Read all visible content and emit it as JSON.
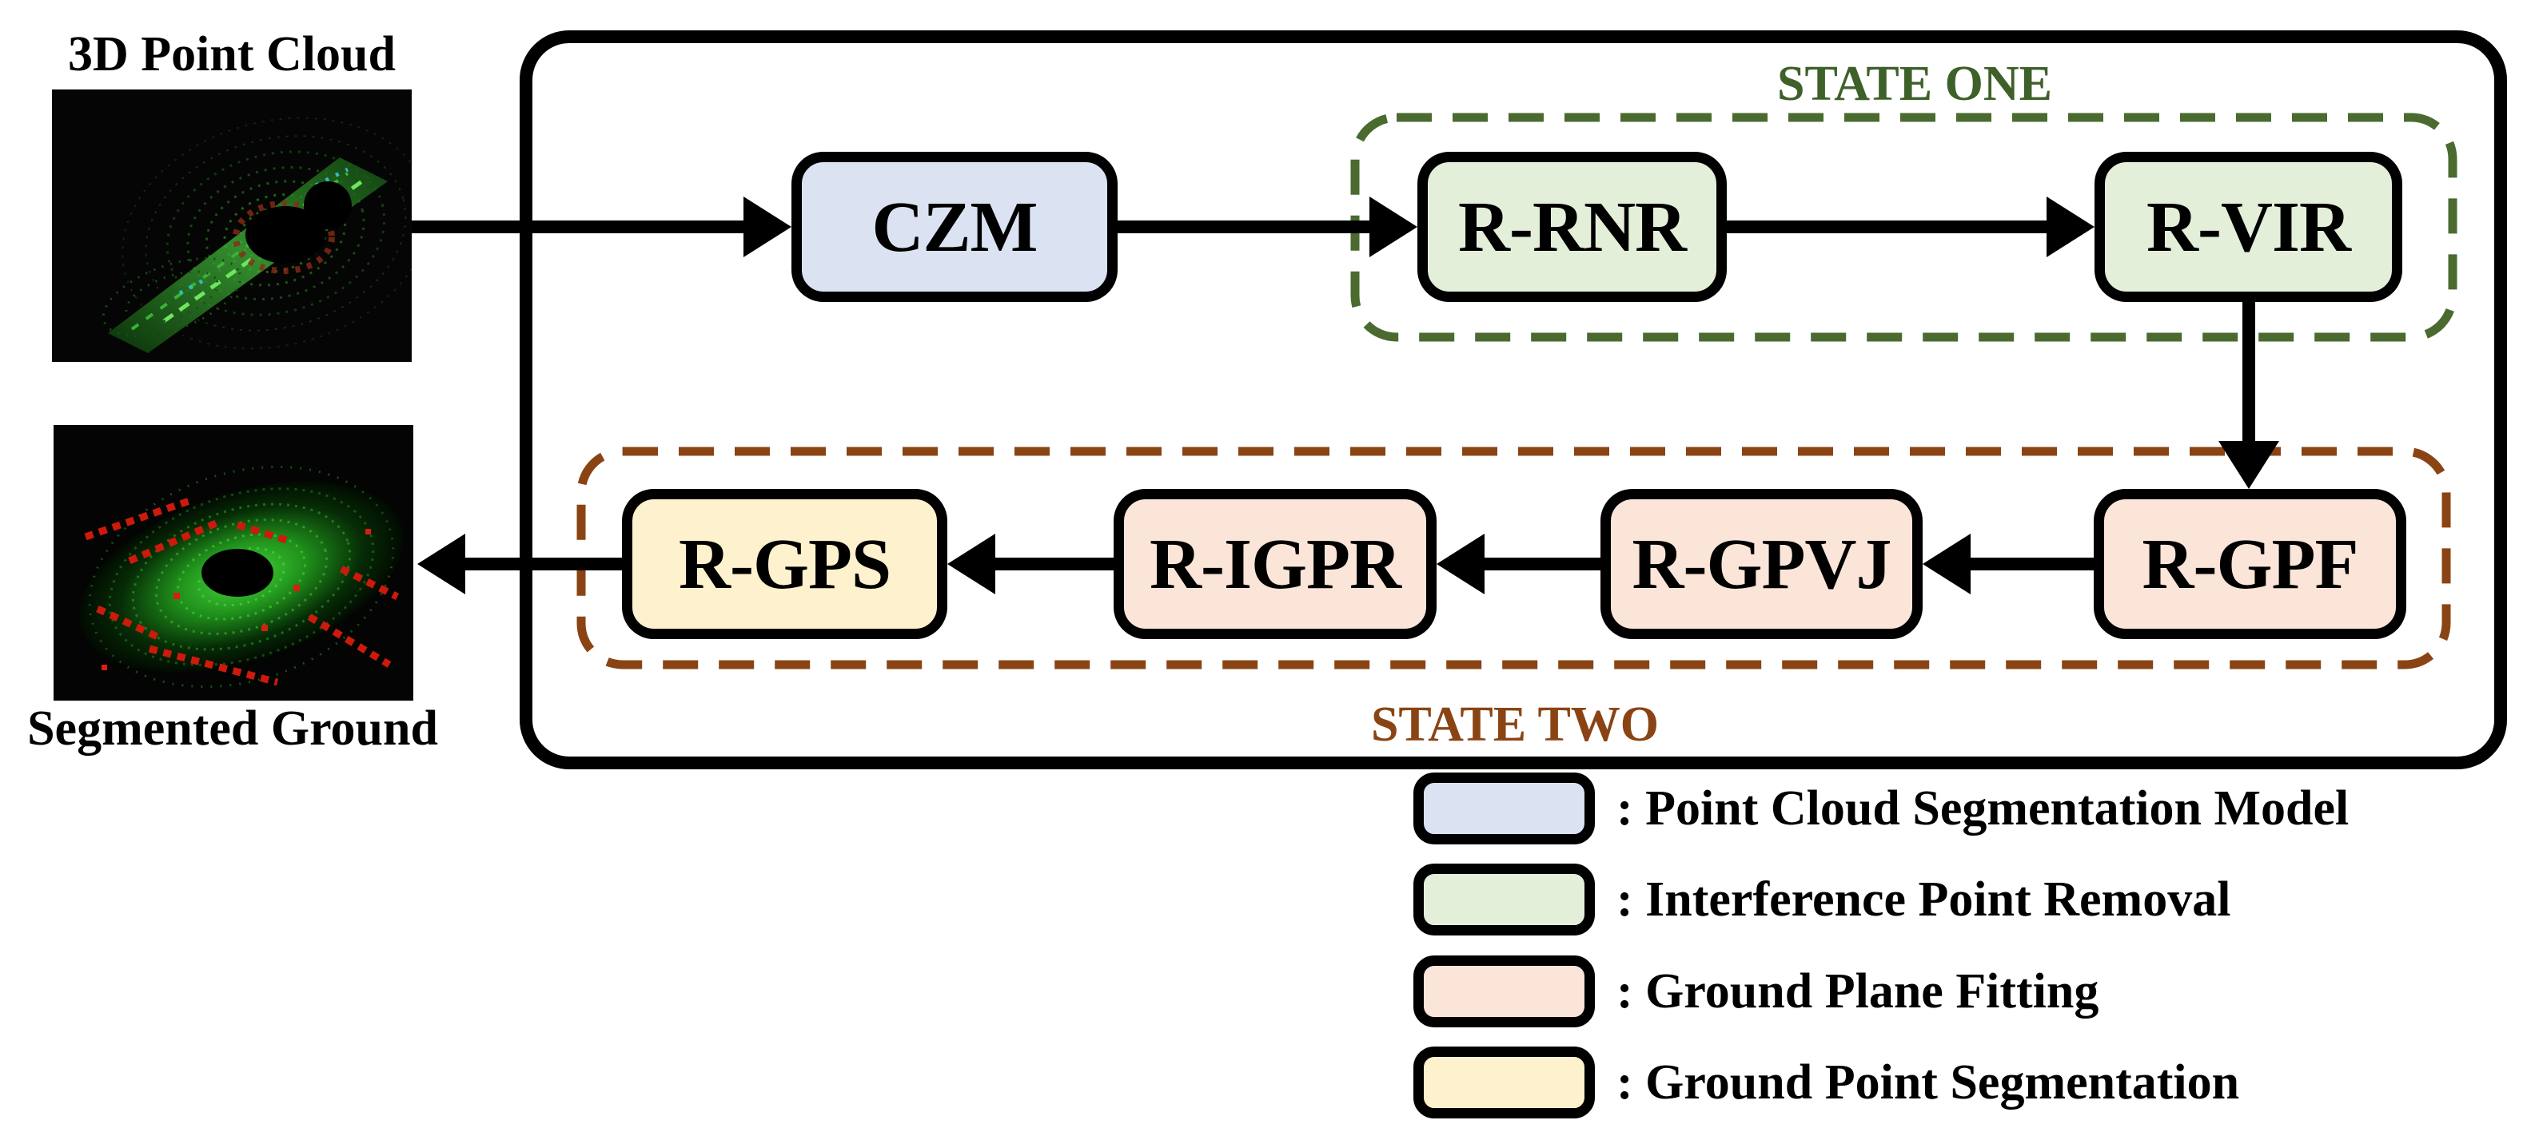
{
  "io": {
    "input_label": "3D Point Cloud",
    "output_label": "Segmented Ground"
  },
  "states": {
    "one": {
      "label": "STATE ONE",
      "text_color": "#3e6029",
      "dash_color": "#4a6a30"
    },
    "two": {
      "label": "STATE TWO",
      "text_color": "#8a4414",
      "dash_color": "#8a4414"
    }
  },
  "nodes": {
    "czm": {
      "label": "CZM",
      "fill": "#dbe2f2"
    },
    "rrnr": {
      "label": "R-RNR",
      "fill": "#e4efda"
    },
    "rvir": {
      "label": "R-VIR",
      "fill": "#e4efda"
    },
    "rgpf": {
      "label": "R-GPF",
      "fill": "#fbe5d8"
    },
    "rgpvj": {
      "label": "R-GPVJ",
      "fill": "#fbe5d8"
    },
    "rigpr": {
      "label": "R-IGPR",
      "fill": "#fbe5d8"
    },
    "rgps": {
      "label": "R-GPS",
      "fill": "#fdf2cd"
    }
  },
  "legend": {
    "items": [
      {
        "name": "point-cloud-segmentation-model",
        "label": ": Point Cloud Segmentation Model",
        "fill": "#dbe2f2"
      },
      {
        "name": "interference-point-removal",
        "label": ": Interference Point Removal",
        "fill": "#e4efda"
      },
      {
        "name": "ground-plane-fitting",
        "label": ": Ground Plane Fitting",
        "fill": "#fbe5d8"
      },
      {
        "name": "ground-point-segmentation",
        "label": ": Ground Point Segmentation",
        "fill": "#fdf2cd"
      }
    ]
  }
}
